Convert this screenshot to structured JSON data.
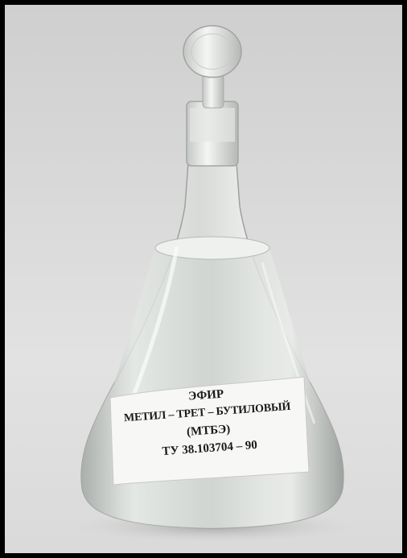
{
  "label": {
    "line1": "ЭФИР",
    "line2": "МЕТИЛ – ТРЕТ – БУТИЛОВЫЙ",
    "line3": "(МТБЭ)",
    "line4": "ТУ 38.103704 – 90"
  },
  "colors": {
    "frame": "#000000",
    "background": "#d6d6d6",
    "label_paper": "#f7f7f5",
    "label_text": "#1a1a1a",
    "glass": "#e9ece9",
    "liquid": "#dfe3df"
  }
}
